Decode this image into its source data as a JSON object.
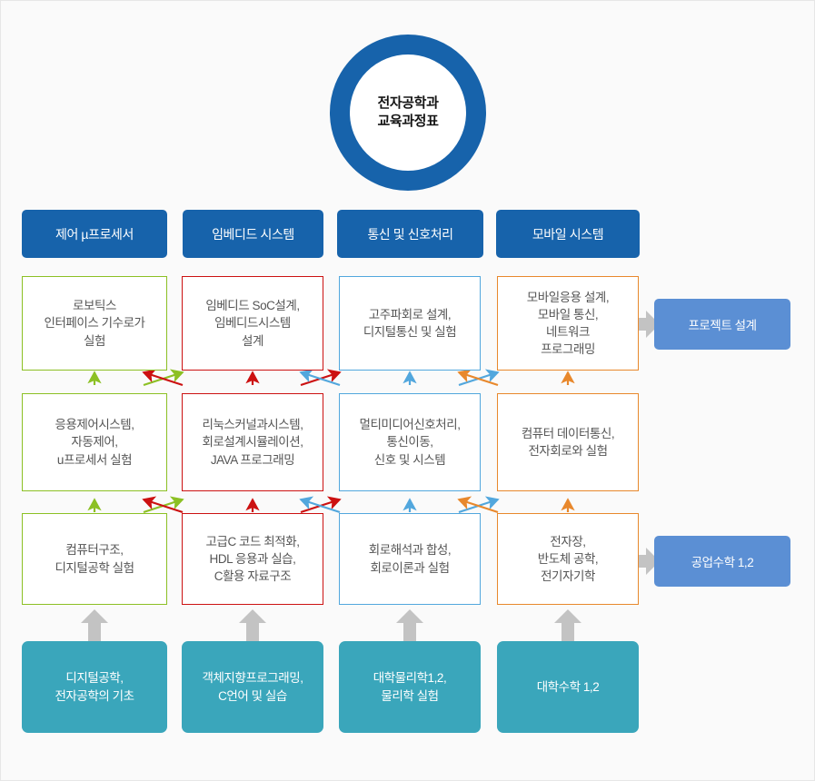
{
  "diagram": {
    "title_line1": "전자공학과",
    "title_line2": "교육과정표",
    "colors": {
      "ring": "#1763ab",
      "header": "#1763ab",
      "base": "#3aa6bb",
      "side": "#5b8fd4",
      "track_control": "#8cc024",
      "track_embedded": "#cc1111",
      "track_comm": "#52a7dd",
      "track_mobile": "#e8882c",
      "arrow_grey": "#c3c3c3",
      "background": "#fafafa"
    },
    "categories": [
      {
        "label": "제어 µ프로세서"
      },
      {
        "label": "임베디드 시스템"
      },
      {
        "label": "통신 및 신호처리"
      },
      {
        "label": "모바일 시스템"
      }
    ],
    "rows": [
      {
        "row_name": "year-4",
        "cells": [
          {
            "text": "로보틱스\n인터페이스 기수로가\n실험"
          },
          {
            "text": "임베디드 SoC설계,\n임베디드시스템\n설계"
          },
          {
            "text": "고주파회로 설계,\n디지털통신 및 실험"
          },
          {
            "text": "모바일응용 설계,\n모바일 통신,\n네트워크\n프로그래밍"
          }
        ]
      },
      {
        "row_name": "year-3",
        "cells": [
          {
            "text": "응용제어시스템,\n자동제어,\nu프로세서 실험"
          },
          {
            "text": "리눅스커널과시스템,\n회로설계시뮬레이션,\nJAVA 프로그래밍"
          },
          {
            "text": "멀티미디어신호처리,\n통신이동,\n신호 및 시스템"
          },
          {
            "text": "컴퓨터 데이터통신,\n전자회로와 실험"
          }
        ]
      },
      {
        "row_name": "year-2",
        "cells": [
          {
            "text": "컴퓨터구조,\n디지털공학 실험"
          },
          {
            "text": "고급C 코드 최적화,\nHDL 응용과 실습,\nC활용 자료구조"
          },
          {
            "text": "회로해석과 합성,\n회로이론과 실험"
          },
          {
            "text": "전자장,\n반도체 공학,\n전기자기학"
          }
        ]
      }
    ],
    "base_row": {
      "row_name": "year-1",
      "cells": [
        {
          "text": "디지털공학,\n전자공학의 기초"
        },
        {
          "text": "객체지향프로그래밍,\nC언어 및 실습"
        },
        {
          "text": "대학물리학1,2,\n물리학 실험"
        },
        {
          "text": "대학수학 1,2"
        }
      ]
    },
    "side_boxes": [
      {
        "label": "프로젝트 설계",
        "row": "year-4"
      },
      {
        "label": "공업수학 1,2",
        "row": "year-2"
      }
    ]
  }
}
